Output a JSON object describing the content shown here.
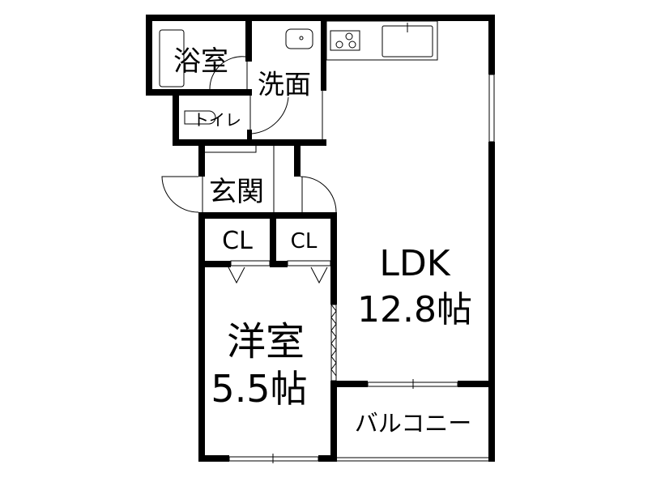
{
  "rooms": {
    "bath": "浴室",
    "washroom": "洗面",
    "toilet": "トイレ",
    "entrance": "玄関",
    "closet_1": "CL",
    "closet_2": "CL",
    "ldk": "LDK",
    "ldk_size": "12.8帖",
    "western_room": "洋室",
    "western_room_size": "5.5帖",
    "balcony": "バルコニー"
  },
  "colors": {
    "wall": "#000000",
    "background": "#ffffff"
  }
}
